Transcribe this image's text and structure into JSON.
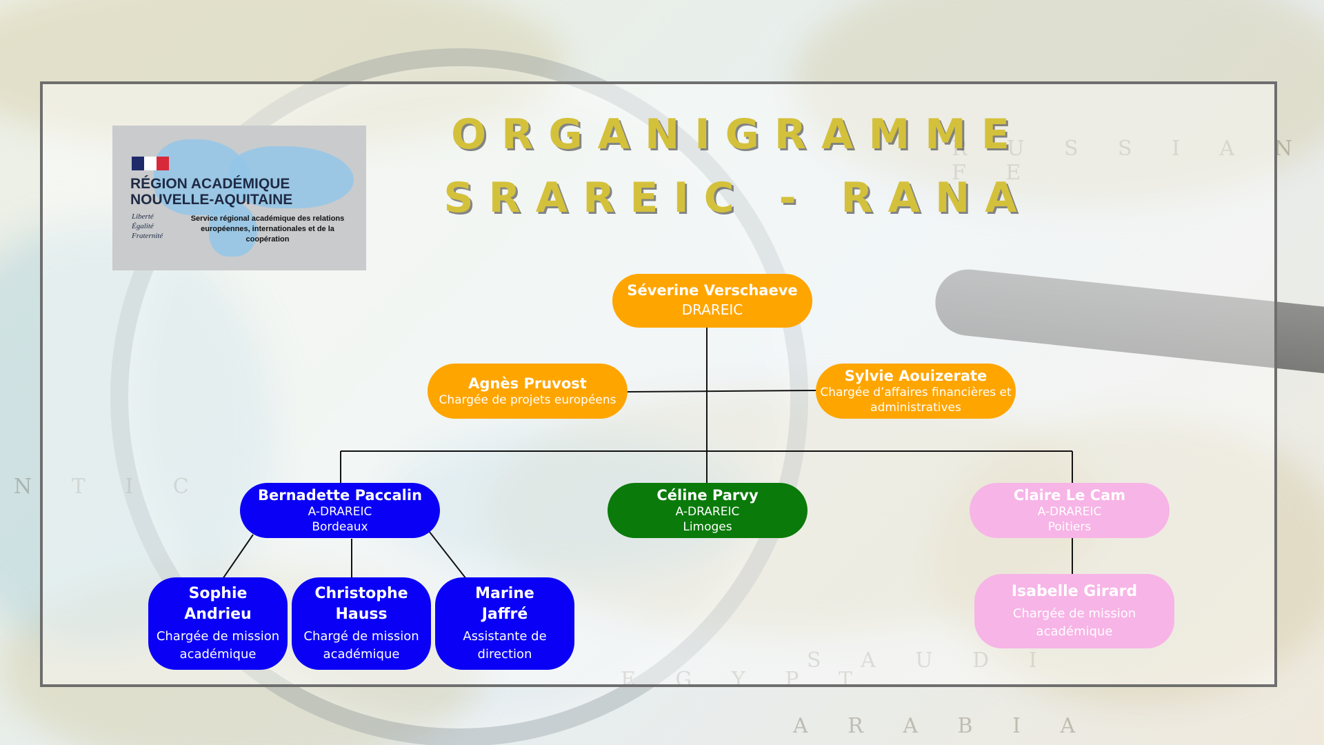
{
  "title": {
    "line1": "ORGANIGRAMME",
    "line2": "SRAREIC - RANA"
  },
  "logo": {
    "region": "RÉGION ACADÉMIQUE\nNOUVELLE-AQUITAINE",
    "motto": "Liberté\nÉgalité\nFraternité",
    "service": "Service régional académique des relations européennes, internationales et de la coopération"
  },
  "colors": {
    "title": "#d4c13b",
    "orange": "#ffa500",
    "blue": "#0a00f5",
    "green": "#0a7a0a",
    "pink": "#f7b4e6"
  },
  "nodes": {
    "verschaeve": {
      "name": "Séverine Verschaeve",
      "role": "DRAREIC"
    },
    "pruvost": {
      "name": "Agnès Pruvost",
      "role": "Chargée de projets européens"
    },
    "aouizerate": {
      "name": "Sylvie Aouizerate",
      "role": "Chargée d’affaires financières et administratives"
    },
    "paccalin": {
      "name": "Bernadette Paccalin",
      "role": "A-DRAREIC",
      "city": "Bordeaux"
    },
    "parvy": {
      "name": "Céline Parvy",
      "role": "A-DRAREIC",
      "city": "Limoges"
    },
    "lecam": {
      "name": "Claire Le Cam",
      "role": "A-DRAREIC",
      "city": "Poitiers"
    },
    "andrieu": {
      "name": "Sophie Andrieu",
      "role": "Chargée de mission académique"
    },
    "hauss": {
      "name": "Christophe Hauss",
      "role": "Chargé de mission académique"
    },
    "jaffre": {
      "name": "Marine Jaffré",
      "role": "Assistante de direction"
    },
    "girard": {
      "name": "Isabelle Girard",
      "role": "Chargée de mission académique"
    }
  }
}
